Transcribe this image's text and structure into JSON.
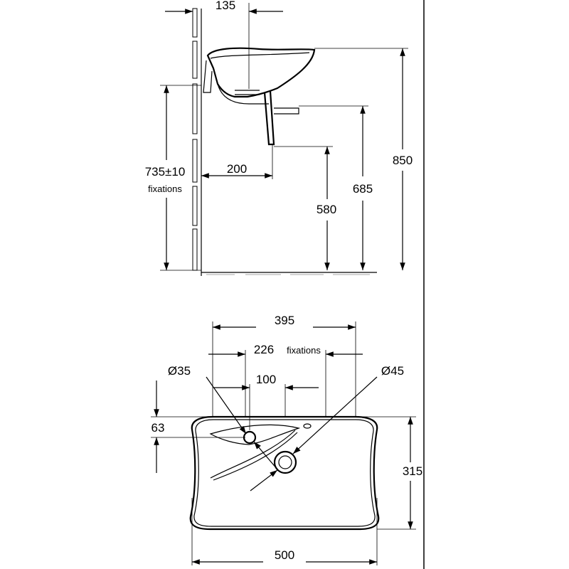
{
  "side_view": {
    "depth_top": "135",
    "fixing_height_value": "735±10",
    "fixing_height_label": "fixations",
    "depth_projection": "200",
    "height_580": "580",
    "height_685": "685",
    "height_850": "850"
  },
  "plan_view": {
    "width_395": "395",
    "fixations_spacing_value": "226",
    "fixations_spacing_label": "fixations",
    "hole_35": "Ø35",
    "hole_45": "Ø45",
    "offset_100": "100",
    "offset_63": "63",
    "depth_315": "315",
    "width_500": "500"
  }
}
